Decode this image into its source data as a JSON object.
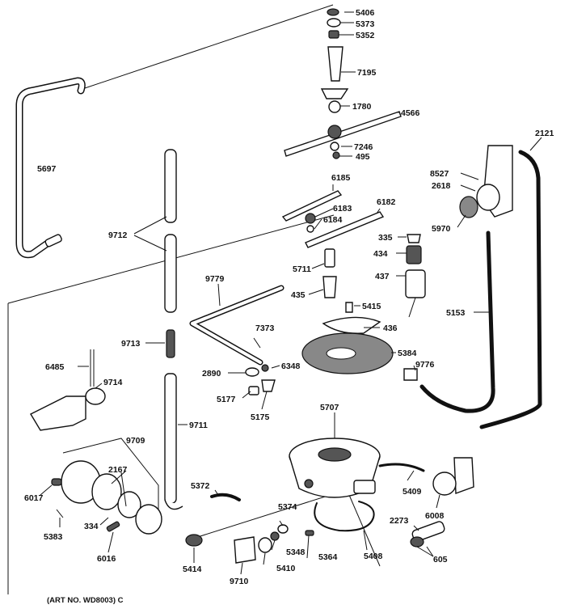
{
  "diagram": {
    "art_number": "(ART NO. WD8003) C",
    "part_labels": {
      "p5406": "5406",
      "p5373": "5373",
      "p5352": "5352",
      "p7195": "7195",
      "p1780": "1780",
      "p4566": "4566",
      "p7246": "7246",
      "p495": "495",
      "p2121": "2121",
      "p5697": "5697",
      "p8527": "8527",
      "p2618": "2618",
      "p5970": "5970",
      "p6185": "6185",
      "p6183": "6183",
      "p6184": "6184",
      "p6182": "6182",
      "p9712": "9712",
      "p335": "335",
      "p434": "434",
      "p5711": "5711",
      "p437": "437",
      "p9779": "9779",
      "p435": "435",
      "p5415": "5415",
      "p5153": "5153",
      "p436": "436",
      "p7373": "7373",
      "p9713": "9713",
      "p5384": "5384",
      "p6485": "6485",
      "p9776": "9776",
      "p2890": "2890",
      "p6348": "6348",
      "p9714": "9714",
      "p5177": "5177",
      "p5175": "5175",
      "p5707": "5707",
      "p9711": "9711",
      "p9709": "9709",
      "p2167": "2167",
      "p5372": "5372",
      "p5409": "5409",
      "p6017": "6017",
      "p5374": "5374",
      "p6008": "6008",
      "p334": "334",
      "p2273": "2273",
      "p5383": "5383",
      "p5348": "5348",
      "p6016": "6016",
      "p5364": "5364",
      "p5408": "5408",
      "p605": "605",
      "p5414": "5414",
      "p9710": "9710",
      "p5410": "5410"
    }
  }
}
